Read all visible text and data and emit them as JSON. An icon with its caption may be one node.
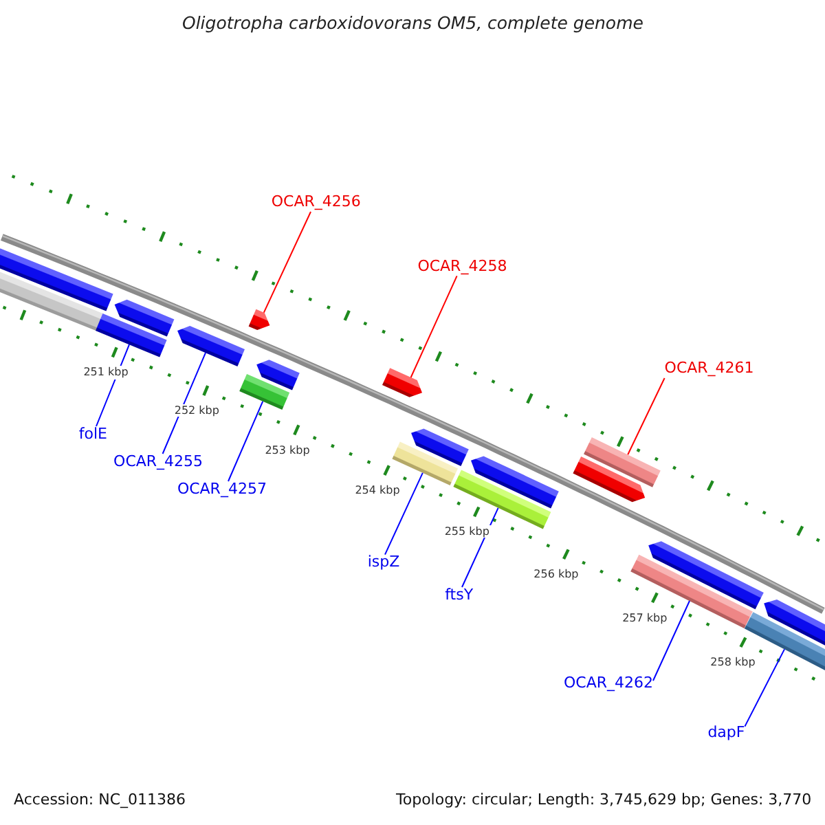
{
  "diagram": {
    "title": "Oligotropha carboxidovorans OM5, complete genome",
    "nodes": [
      {
        "text": [
          "OCAR_4256"
        ]
      },
      {
        "text": [
          "OCAR_4258"
        ]
      },
      {
        "text": [
          "OCAR_4261"
        ]
      },
      {
        "text": [
          "folE"
        ]
      },
      {
        "text": [
          "OCAR_4255"
        ]
      },
      {
        "text": [
          "OCAR_4257"
        ]
      },
      {
        "text": [
          "ispZ"
        ]
      },
      {
        "text": [
          "ftsY"
        ]
      },
      {
        "text": [
          "OCAR_4262"
        ]
      },
      {
        "text": [
          "dapF"
        ]
      },
      {
        "text": [],
        "shape": "bar"
      },
      {
        "text": [],
        "shape": "bar"
      },
      {
        "text": [],
        "shape": "bar"
      },
      {
        "text": [],
        "shape": "pentagon"
      },
      {
        "text": [],
        "shape": "pentagon"
      },
      {
        "text": [],
        "shape": "bar"
      },
      {
        "text": [],
        "shape": "pentagon"
      },
      {
        "text": [],
        "shape": "pentagon"
      },
      {
        "text": [],
        "shape": "pentagon"
      },
      {
        "text": [],
        "shape": "bar"
      },
      {
        "text": [],
        "shape": "pentagon"
      },
      {
        "text": [],
        "shape": "bar"
      },
      {
        "text": [],
        "shape": "pentagon"
      },
      {
        "text": [],
        "shape": "pentagon"
      },
      {
        "text": [],
        "shape": "bar"
      },
      {
        "text": [],
        "shape": "bar"
      },
      {
        "text": [],
        "shape": "pentagon"
      },
      {
        "text": [],
        "shape": "bar"
      },
      {
        "text": [],
        "shape": "pentagon"
      }
    ],
    "edges": [
      {
        "from": 0,
        "to": 16,
        "arrow": "none",
        "color": "#ff0000"
      },
      {
        "from": 1,
        "to": 18,
        "arrow": "none",
        "color": "#ff0000"
      },
      {
        "from": 2,
        "to": 24,
        "arrow": "none",
        "color": "#ff0000"
      },
      {
        "from": 3,
        "to": 12,
        "arrow": "none"
      },
      {
        "from": 4,
        "to": 14,
        "arrow": "none"
      },
      {
        "from": 5,
        "to": 15,
        "arrow": "none"
      },
      {
        "from": 6,
        "to": 19,
        "arrow": "none"
      },
      {
        "from": 7,
        "to": 21,
        "arrow": "none"
      },
      {
        "from": 8,
        "to": 25,
        "arrow": "none"
      },
      {
        "from": 9,
        "to": 27,
        "arrow": "none"
      }
    ],
    "labels": [
      "251 kbp",
      "252 kbp",
      "253 kbp",
      "254 kbp",
      "255 kbp",
      "256 kbp",
      "257 kbp",
      "258 kbp",
      "Accession: NC_011386",
      "Topology: circular; Length: 3,745,629 bp; Genes: 3,770"
    ]
  }
}
